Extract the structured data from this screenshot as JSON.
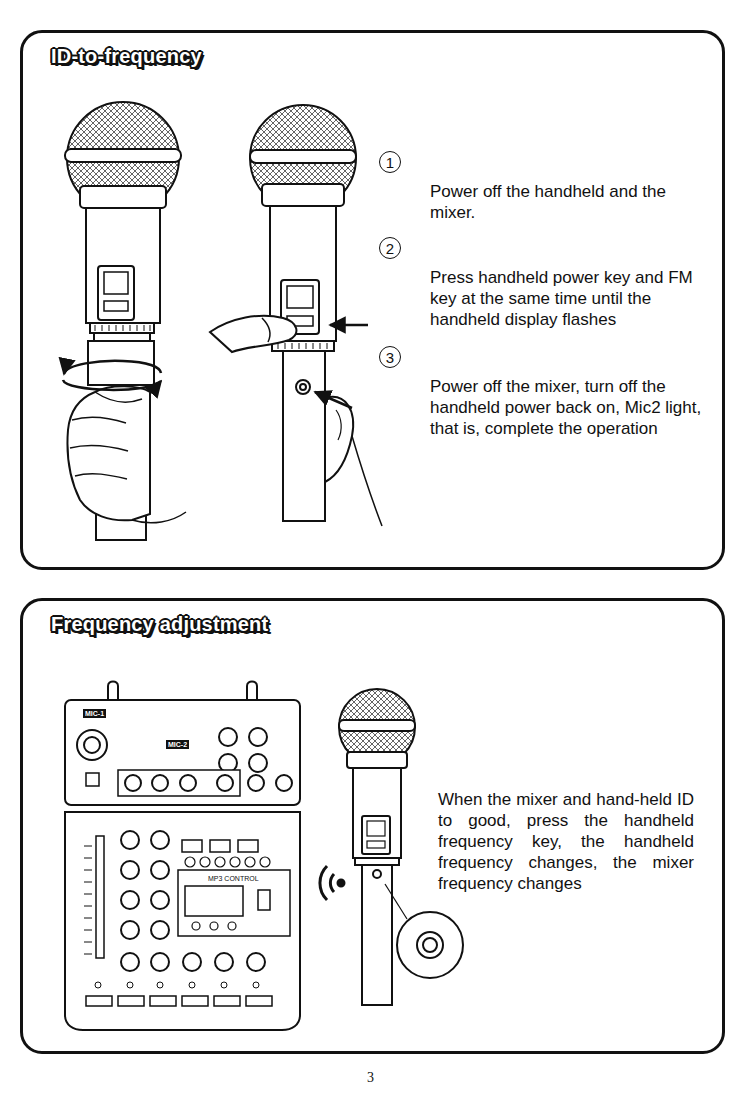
{
  "diagram": {
    "nodes": [
      {
        "text": [
          "ID-to-frequency"
        ]
      },
      {
        "text": [
          "1"
        ],
        "in": 0
      },
      {
        "text": [
          "2"
        ],
        "in": 0
      },
      {
        "text": [
          "3"
        ],
        "in": 0
      },
      {
        "text": [
          "Frequency adjustment",
          "When the mixer and hand-held ID to good, press the handheld frequency key, the handheld frequency changes, the mixer frequency changes"
        ]
      }
    ],
    "labels": [
      "Power off the handheld and the mixer.",
      "Press handheld power key and FM key at the same time until the handheld display flashes",
      "Power off the mixer, turn off the handheld power back on, Mic2 light, that is, complete the operation",
      "MIC-1",
      "MIC-2",
      "MP3 CONTROL",
      "3"
    ]
  }
}
